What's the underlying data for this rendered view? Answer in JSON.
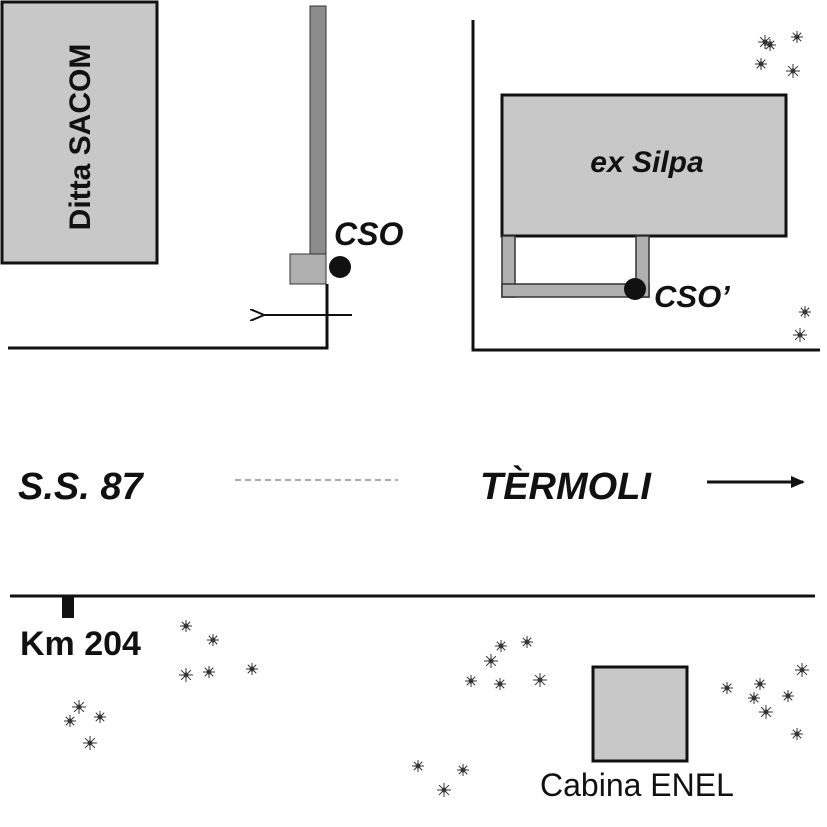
{
  "labels": {
    "sacom": "Ditta SACOM",
    "silpa": "ex Silpa",
    "cso": "CSO",
    "cso_prime": "CSO’",
    "road": "S.S. 87",
    "direction": "TÈRMOLI",
    "km": "Km 204",
    "enel": "Cabina ENEL"
  },
  "colors": {
    "building_fill": "#c8c8c8",
    "pipe_fill": "#8c8c8c",
    "line": "#111111",
    "flower": "#333333"
  },
  "icons": {
    "direction_arrow": "arrow-right-icon",
    "discharge_arrow": "arrow-left-icon",
    "vegetation": "flower-icon"
  }
}
